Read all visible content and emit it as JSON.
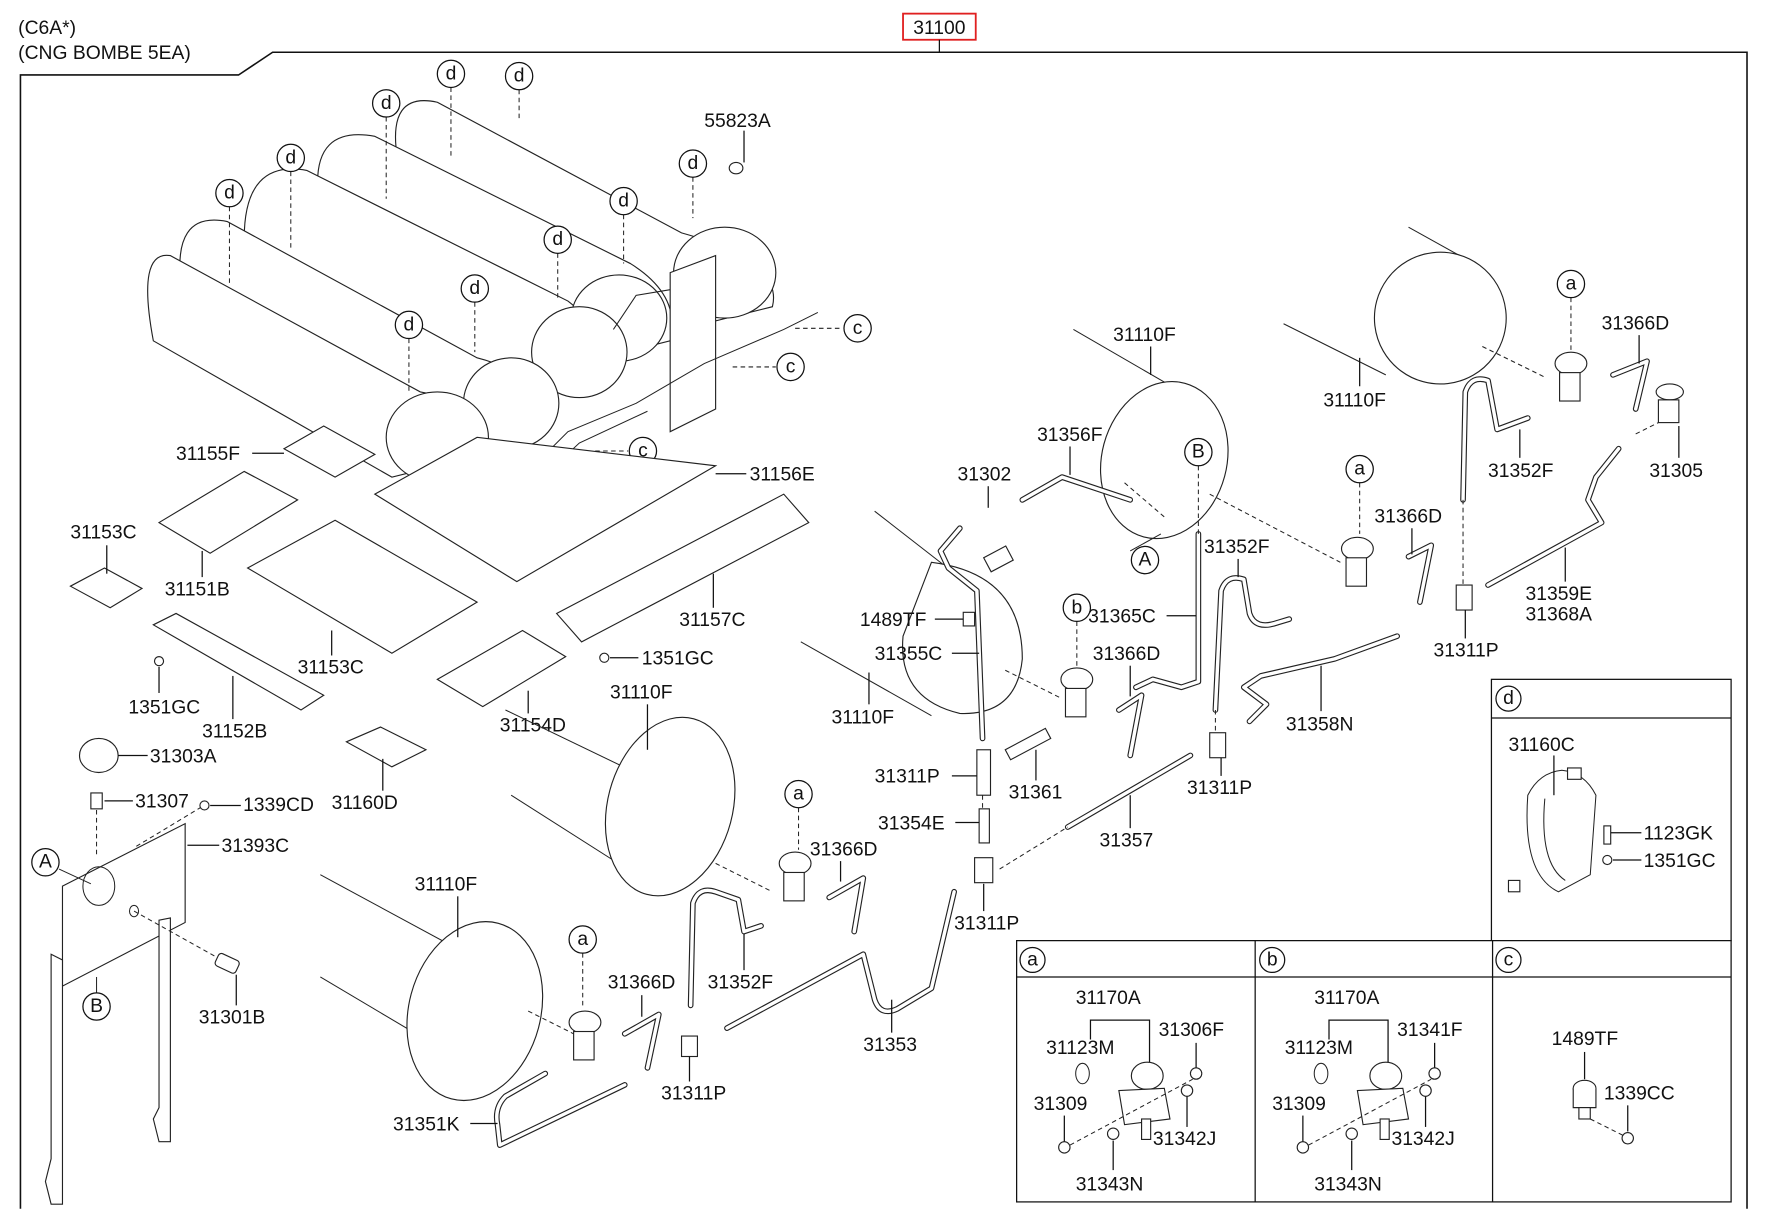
{
  "header": {
    "model_code": "(C6A*)",
    "assembly_desc": "(CNG BOMBE 5EA)",
    "main_part_number": "31100",
    "main_part_highlight_color": "#e02020"
  },
  "main_labels": {
    "p55823A": "55823A",
    "p31155F": "31155F",
    "p31156E": "31156E",
    "p31153C_top": "31153C",
    "p31151B": "31151B",
    "p31153C_mid": "31153C",
    "p31157C": "31157C",
    "p1351GC_a": "1351GC",
    "p1351GC_b": "1351GC",
    "p31152B": "31152B",
    "p31154D": "31154D",
    "p31303A": "31303A",
    "p31307": "31307",
    "p1339CD": "1339CD",
    "p31160D": "31160D",
    "p31393C": "31393C",
    "p31301B": "31301B",
    "p31110F_a": "31110F",
    "p31110F_b": "31110F",
    "p31110F_c": "31110F",
    "p31110F_d": "31110F",
    "p31110F_e": "31110F",
    "p31356F": "31356F",
    "p31302": "31302",
    "p1489TF": "1489TF",
    "p31355C": "31355C",
    "p31365C": "31365C",
    "p31366D_a": "31366D",
    "p31366D_b": "31366D",
    "p31366D_c": "31366D",
    "p31366D_d": "31366D",
    "p31366D_e": "31366D",
    "p31352F_a": "31352F",
    "p31352F_b": "31352F",
    "p31352F_c": "31352F",
    "p31305": "31305",
    "p31359E": "31359E",
    "p31368A": "31368A",
    "p31311P_a": "31311P",
    "p31311P_b": "31311P",
    "p31311P_c": "31311P",
    "p31311P_d": "31311P",
    "p31311P_e": "31311P",
    "p31358N": "31358N",
    "p31361": "31361",
    "p31354E": "31354E",
    "p31357": "31357",
    "p31353": "31353",
    "p31351K": "31351K"
  },
  "callouts": {
    "d": "d",
    "c": "c",
    "a": "a",
    "b": "b",
    "A": "A",
    "B": "B"
  },
  "insets": {
    "d": {
      "key": "d",
      "labels": {
        "clamp": "31160C",
        "bolt": "1123GK",
        "washer": "1351GC"
      }
    },
    "a": {
      "key": "a",
      "labels": {
        "valve": "31170A",
        "oring": "31123M",
        "fitting": "31306F",
        "plug": "31309",
        "nut": "31342J",
        "cap": "31343N"
      }
    },
    "b": {
      "key": "b",
      "labels": {
        "valve": "31170A",
        "oring": "31123M",
        "fitting": "31341F",
        "plug": "31309",
        "nut": "31342J",
        "cap": "31343N"
      }
    },
    "c": {
      "key": "c",
      "labels": {
        "clip": "1489TF",
        "nut": "1339CC"
      }
    }
  }
}
